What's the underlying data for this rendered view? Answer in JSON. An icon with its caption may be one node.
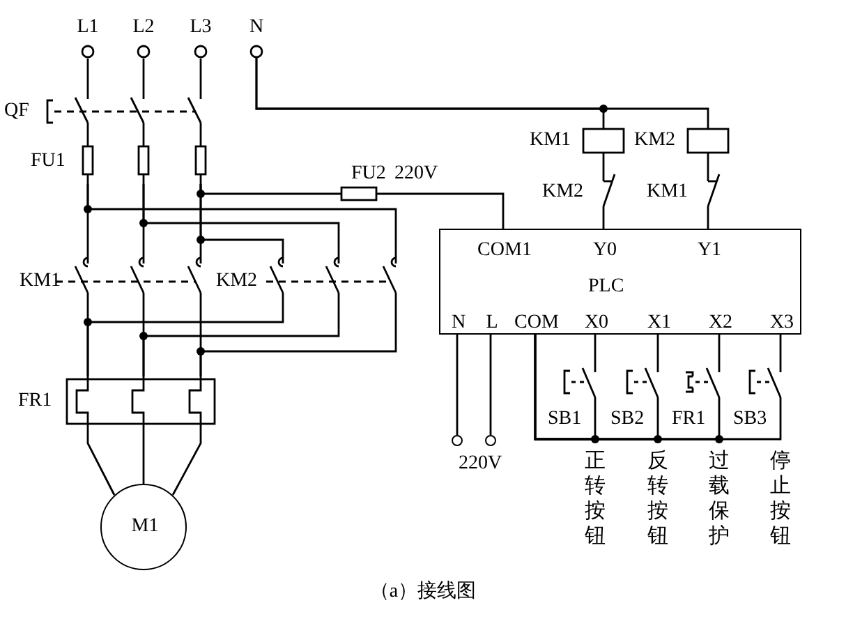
{
  "diagram": {
    "caption": "（a）接线图",
    "nodes": [
      {
        "text": [
          "L1"
        ]
      },
      {
        "text": [
          "L2"
        ]
      },
      {
        "text": [
          "L3"
        ]
      },
      {
        "text": [
          "N"
        ]
      },
      {
        "text": [
          "QF"
        ]
      },
      {
        "text": [
          "FU1"
        ]
      },
      {
        "text": [
          "KM1"
        ]
      },
      {
        "text": [
          "KM2"
        ]
      },
      {
        "text": [
          "FR1"
        ]
      },
      {
        "text": [
          "M1"
        ]
      },
      {
        "text": [
          "FU2",
          "220V"
        ]
      },
      {
        "text": [
          "KM1"
        ]
      },
      {
        "text": [
          "KM2"
        ]
      },
      {
        "text": [
          "KM2"
        ]
      },
      {
        "text": [
          "KM1"
        ]
      },
      {
        "text": [
          "PLC"
        ]
      },
      {
        "text": [
          "COM1"
        ],
        "in": 15
      },
      {
        "text": [
          "Y0"
        ],
        "in": 15
      },
      {
        "text": [
          "Y1"
        ],
        "in": 15
      },
      {
        "text": [
          "N"
        ],
        "in": 15
      },
      {
        "text": [
          "L"
        ],
        "in": 15
      },
      {
        "text": [
          "COM"
        ],
        "in": 15
      },
      {
        "text": [
          "X0"
        ],
        "in": 15
      },
      {
        "text": [
          "X1"
        ],
        "in": 15
      },
      {
        "text": [
          "X2"
        ],
        "in": 15
      },
      {
        "text": [
          "X3"
        ],
        "in": 15
      },
      {
        "text": [
          "SB1"
        ],
        "beside": [
          "正转按钮"
        ]
      },
      {
        "text": [
          "SB2"
        ],
        "beside": [
          "反转按钮"
        ]
      },
      {
        "text": [
          "FR1"
        ],
        "beside": [
          "过载保护"
        ]
      },
      {
        "text": [
          "SB3"
        ],
        "beside": [
          "停止按钮"
        ]
      },
      {
        "text": [],
        "shape": "circle"
      },
      {
        "text": [],
        "shape": "circle"
      }
    ],
    "edges": [
      {
        "from": 0,
        "to": 4,
        "arrow": "none"
      },
      {
        "from": 1,
        "to": 4,
        "arrow": "none"
      },
      {
        "from": 2,
        "to": 4,
        "arrow": "none"
      },
      {
        "from": 4,
        "to": 5,
        "arrow": "none"
      },
      {
        "from": 4,
        "to": 5,
        "arrow": "none"
      },
      {
        "from": 4,
        "to": 5,
        "arrow": "none"
      },
      {
        "from": 5,
        "to": 6,
        "arrow": "none"
      },
      {
        "from": 5,
        "to": 6,
        "arrow": "none"
      },
      {
        "from": 5,
        "to": 6,
        "arrow": "none"
      },
      {
        "from": 5,
        "to": 7,
        "arrow": "none"
      },
      {
        "from": 5,
        "to": 7,
        "arrow": "none"
      },
      {
        "from": 5,
        "to": 7,
        "arrow": "none"
      },
      {
        "from": 5,
        "to": 10,
        "arrow": "none"
      },
      {
        "from": 10,
        "to": 16,
        "arrow": "none"
      },
      {
        "from": 6,
        "to": 8,
        "arrow": "none"
      },
      {
        "from": 6,
        "to": 8,
        "arrow": "none"
      },
      {
        "from": 6,
        "to": 8,
        "arrow": "none"
      },
      {
        "from": 7,
        "to": 8,
        "arrow": "none"
      },
      {
        "from": 7,
        "to": 8,
        "arrow": "none"
      },
      {
        "from": 7,
        "to": 8,
        "arrow": "none"
      },
      {
        "from": 8,
        "to": 9,
        "arrow": "none"
      },
      {
        "from": 8,
        "to": 9,
        "arrow": "none"
      },
      {
        "from": 8,
        "to": 9,
        "arrow": "none"
      },
      {
        "from": 3,
        "to": 11,
        "arrow": "none"
      },
      {
        "from": 3,
        "to": 12,
        "arrow": "none"
      },
      {
        "from": 11,
        "to": 13,
        "arrow": "none"
      },
      {
        "from": 12,
        "to": 14,
        "arrow": "none"
      },
      {
        "from": 13,
        "to": 17,
        "arrow": "none"
      },
      {
        "from": 14,
        "to": 18,
        "arrow": "none"
      },
      {
        "from": 19,
        "to": 30,
        "arrow": "none"
      },
      {
        "from": 20,
        "to": 31,
        "arrow": "none"
      },
      {
        "from": 22,
        "to": 26,
        "arrow": "none"
      },
      {
        "from": 23,
        "to": 27,
        "arrow": "none"
      },
      {
        "from": 24,
        "to": 28,
        "arrow": "none"
      },
      {
        "from": 25,
        "to": 29,
        "arrow": "none"
      },
      {
        "from": 21,
        "to": 26,
        "arrow": "none"
      },
      {
        "from": 21,
        "to": 27,
        "arrow": "none"
      },
      {
        "from": 21,
        "to": 28,
        "arrow": "none"
      },
      {
        "from": 21,
        "to": 29,
        "arrow": "none"
      }
    ],
    "labels": [
      "220V"
    ]
  }
}
